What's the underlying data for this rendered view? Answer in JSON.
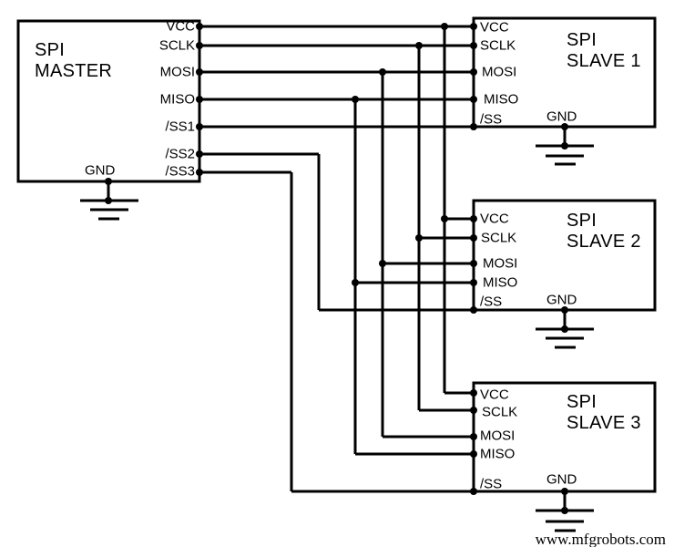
{
  "components": {
    "master": {
      "title": [
        "SPI",
        "MASTER"
      ],
      "pins": [
        "VCC",
        "SCLK",
        "MOSI",
        "MISO",
        "/SS1",
        "/SS2",
        "/SS3"
      ],
      "gnd": "GND"
    },
    "slave1": {
      "title": [
        "SPI",
        "SLAVE 1"
      ],
      "pins": [
        "VCC",
        "SCLK",
        "MOSI",
        "MISO",
        "/SS"
      ],
      "gnd": "GND"
    },
    "slave2": {
      "title": [
        "SPI",
        "SLAVE 2"
      ],
      "pins": [
        "VCC",
        "SCLK",
        "MOSI",
        "MISO",
        "/SS"
      ],
      "gnd": "GND"
    },
    "slave3": {
      "title": [
        "SPI",
        "SLAVE 3"
      ],
      "pins": [
        "VCC",
        "SCLK",
        "MOSI",
        "MISO",
        "/SS"
      ],
      "gnd": "GND"
    }
  },
  "watermark": "www.mfgrobots.com",
  "colors": {
    "wire": "#000000",
    "text": "#000000",
    "background": "#ffffff"
  }
}
